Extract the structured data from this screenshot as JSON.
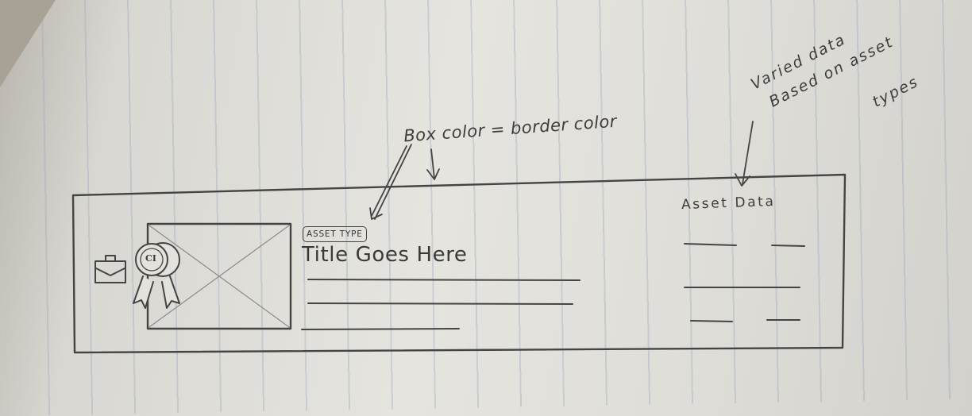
{
  "annotations": {
    "box_color_note": "Box color = border color",
    "varied_line1": "Varied data",
    "varied_line2": "Based on asset",
    "varied_line3": "types"
  },
  "card": {
    "asset_type_label": "ASSET TYPE",
    "title": "Title Goes Here",
    "asset_data_heading": "Asset Data",
    "badge_text": "CI"
  },
  "icons": {
    "briefcase": "briefcase-icon",
    "award": "award-ribbon-icon",
    "image_placeholder": "image-placeholder-icon"
  },
  "colors": {
    "pencil": "#3e3d3b",
    "paper": "#e4e2dd"
  }
}
